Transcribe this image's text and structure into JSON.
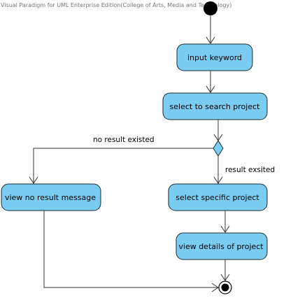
{
  "watermark": "Visual Paradigm for UML Enterprise Edition(College of Arts, Media and Technology)",
  "colors": {
    "action_fill": "#7accf3",
    "decision_fill": "#7accf3",
    "node_fill_dark": "#000000"
  },
  "nodes": {
    "input_keyword": "input keyword",
    "select_to_search": "select to search project",
    "view_no_result": "view no result message",
    "select_specific": "select specific project",
    "view_details": "view details of project"
  },
  "guards": {
    "no_result": "no result existed",
    "result_existed": "result exsited"
  }
}
